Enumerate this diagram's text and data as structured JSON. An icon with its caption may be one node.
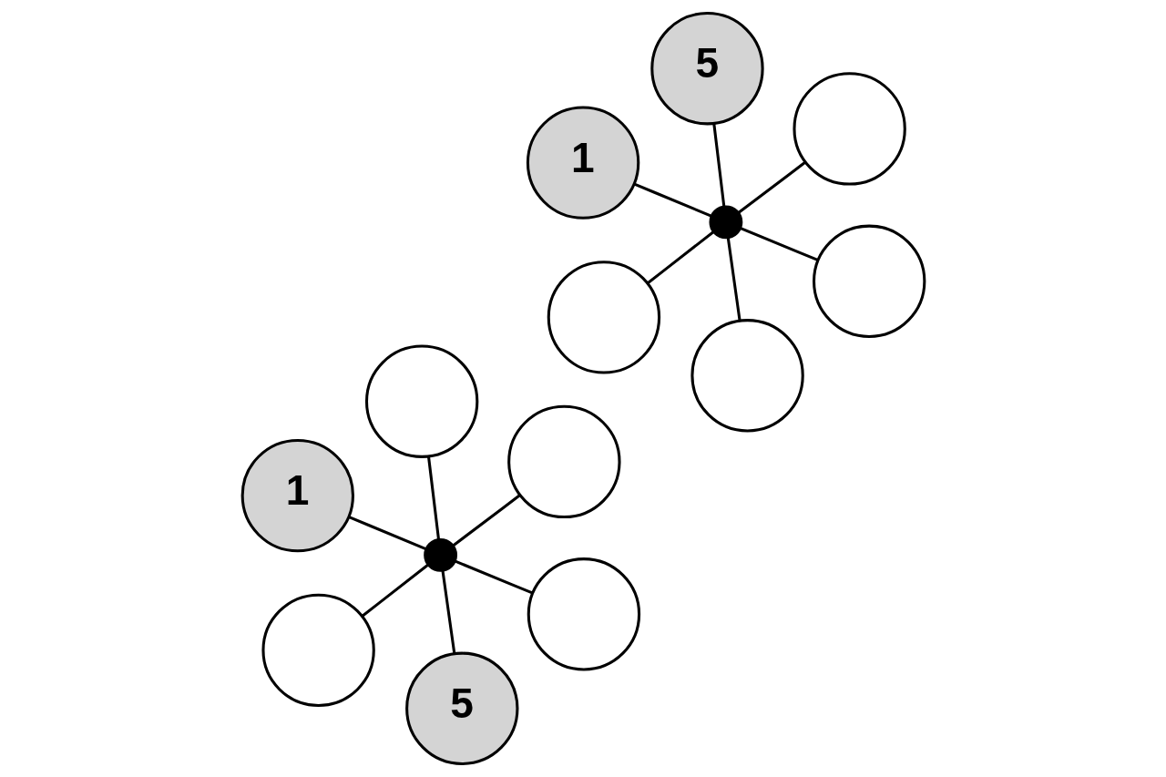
{
  "diagram": {
    "nodes": [
      {
        "text": [
          "1"
        ]
      },
      {
        "text": [],
        "shape": "circle"
      },
      {
        "text": [
          "5"
        ]
      },
      {
        "text": [],
        "shape": "circle"
      },
      {
        "text": [],
        "shape": "circle"
      },
      {
        "text": [],
        "shape": "circle"
      },
      {
        "text": [],
        "shape": "circle"
      },
      {
        "text": [
          "1"
        ]
      },
      {
        "text": [],
        "shape": "circle"
      },
      {
        "text": [],
        "shape": "circle"
      },
      {
        "text": [],
        "shape": "circle"
      },
      {
        "text": [],
        "shape": "circle"
      },
      {
        "text": [
          "5"
        ]
      },
      {
        "text": [],
        "shape": "circle"
      }
    ],
    "edges": [
      {
        "from": 3,
        "to": 0,
        "arrow": "none"
      },
      {
        "from": 3,
        "to": 1,
        "arrow": "none"
      },
      {
        "from": 3,
        "to": 2,
        "arrow": "none"
      },
      {
        "from": 3,
        "to": 4,
        "arrow": "none"
      },
      {
        "from": 3,
        "to": 5,
        "arrow": "none"
      },
      {
        "from": 3,
        "to": 6,
        "arrow": "none"
      },
      {
        "from": 10,
        "to": 7,
        "arrow": "none"
      },
      {
        "from": 10,
        "to": 8,
        "arrow": "none"
      },
      {
        "from": 10,
        "to": 9,
        "arrow": "none"
      },
      {
        "from": 10,
        "to": 11,
        "arrow": "none"
      },
      {
        "from": 10,
        "to": 12,
        "arrow": "none"
      },
      {
        "from": 10,
        "to": 13,
        "arrow": "none"
      }
    ]
  }
}
